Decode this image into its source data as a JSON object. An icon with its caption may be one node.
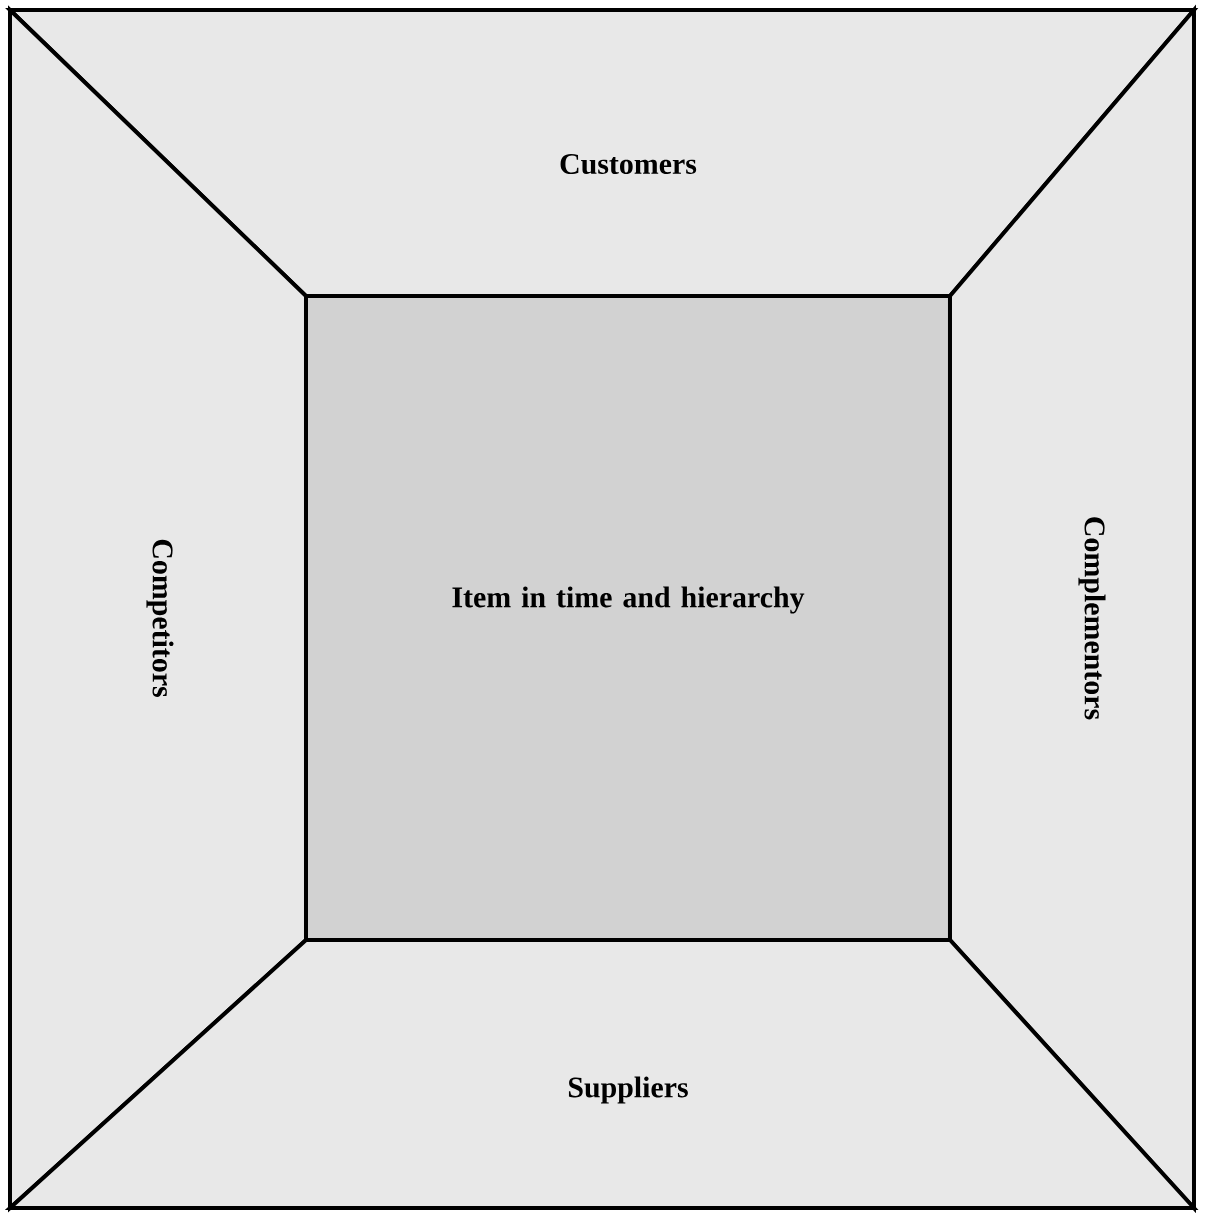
{
  "diagram": {
    "nodes": [
      {
        "text": [
          "Customers"
        ]
      },
      {
        "text": [
          "Competitors"
        ]
      },
      {
        "text": [
          "Item in time and hierarchy"
        ]
      },
      {
        "text": [
          "Complementors"
        ]
      },
      {
        "text": [
          "Suppliers"
        ]
      }
    ]
  }
}
